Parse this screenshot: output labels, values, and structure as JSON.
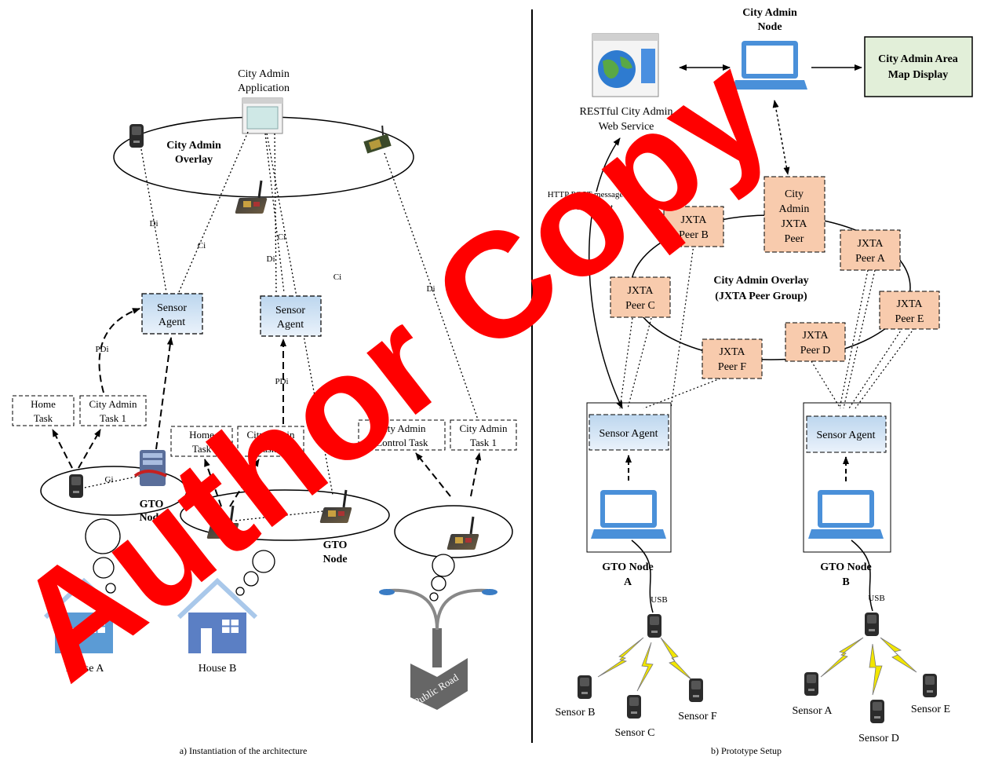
{
  "panel_a": {
    "caption": "a) Instantiation of the architecture",
    "app_title_1": "City Admin",
    "app_title_2": "Application",
    "overlay_1": "City Admin",
    "overlay_2": "Overlay",
    "sensor_agent_1": "Sensor",
    "sensor_agent_2": "Agent",
    "home_task_1": "Home",
    "home_task_2": "Task",
    "city_task_1": "City Admin",
    "city_task_2": "Task 1",
    "control_task_1": "City Admin",
    "control_task_2": "Control Task",
    "gto_1": "GTO",
    "gto_2": "Node",
    "label_di": "Di",
    "label_ci": "Ci",
    "label_pdi": "PDi",
    "label_gi": "Gi",
    "house_a": "House A",
    "house_b": "House B",
    "public_road": "Public Road"
  },
  "panel_b": {
    "caption": "b) Prototype Setup",
    "city_admin_node_1": "City Admin",
    "city_admin_node_2": "Node",
    "map_display_1": "City Admin Area",
    "map_display_2": "Map Display",
    "web_service_1": "RESTful City Admin",
    "web_service_2": "Web Service",
    "http_1": "HTTP POST message",
    "http_2": "In JSON format",
    "peer_admin": [
      "City",
      "Admin",
      "JXTA",
      "Peer"
    ],
    "jxta": "JXTA",
    "peer_b": "Peer B",
    "peer_a": "Peer A",
    "peer_c": "Peer C",
    "peer_e": "Peer E",
    "peer_d": "Peer D",
    "peer_f": "Peer F",
    "overlay_1": "City Admin Overlay",
    "overlay_2": "(JXTA Peer Group)",
    "sensor_agent": "Sensor Agent",
    "gto_a_1": "GTO Node",
    "gto_a_2": "A",
    "gto_b_1": "GTO Node",
    "gto_b_2": "B",
    "usb": "USB",
    "sensor_a": "Sensor A",
    "sensor_b": "Sensor B",
    "sensor_c": "Sensor C",
    "sensor_d": "Sensor D",
    "sensor_e": "Sensor E",
    "sensor_f": "Sensor F"
  },
  "watermark": "Author Copy",
  "colors": {
    "agent_fill": "#d6e6f5",
    "peer_fill": "#f8cbad",
    "map_fill": "#e2efd9",
    "laptop_blue": "#4a90d9",
    "house_blue": "#5b9bd5",
    "sensor_dark": "#2b2b2b",
    "lightning": "#f2e600",
    "watermark_red": "#ff0000"
  }
}
